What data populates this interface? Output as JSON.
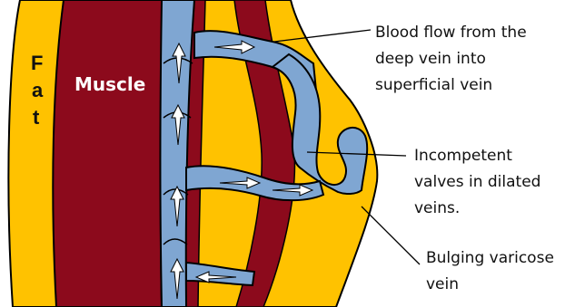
{
  "labels": {
    "fat": [
      "F",
      "a",
      "t"
    ],
    "muscle": "Muscle",
    "blood_flow": "Blood flow from the\ndeep vein into\nsuperficial vein",
    "incompetent_valves": "Incompetent\nvalves in dilated\nveins.",
    "bulging_vein": "Bulging varicose\nvein"
  },
  "colors": {
    "fat": "#ffc200",
    "muscle": "#8c0a1c",
    "vein": "#7fa6d2",
    "outline": "#000000",
    "arrow": "#ffffff",
    "background": "#ffffff"
  }
}
